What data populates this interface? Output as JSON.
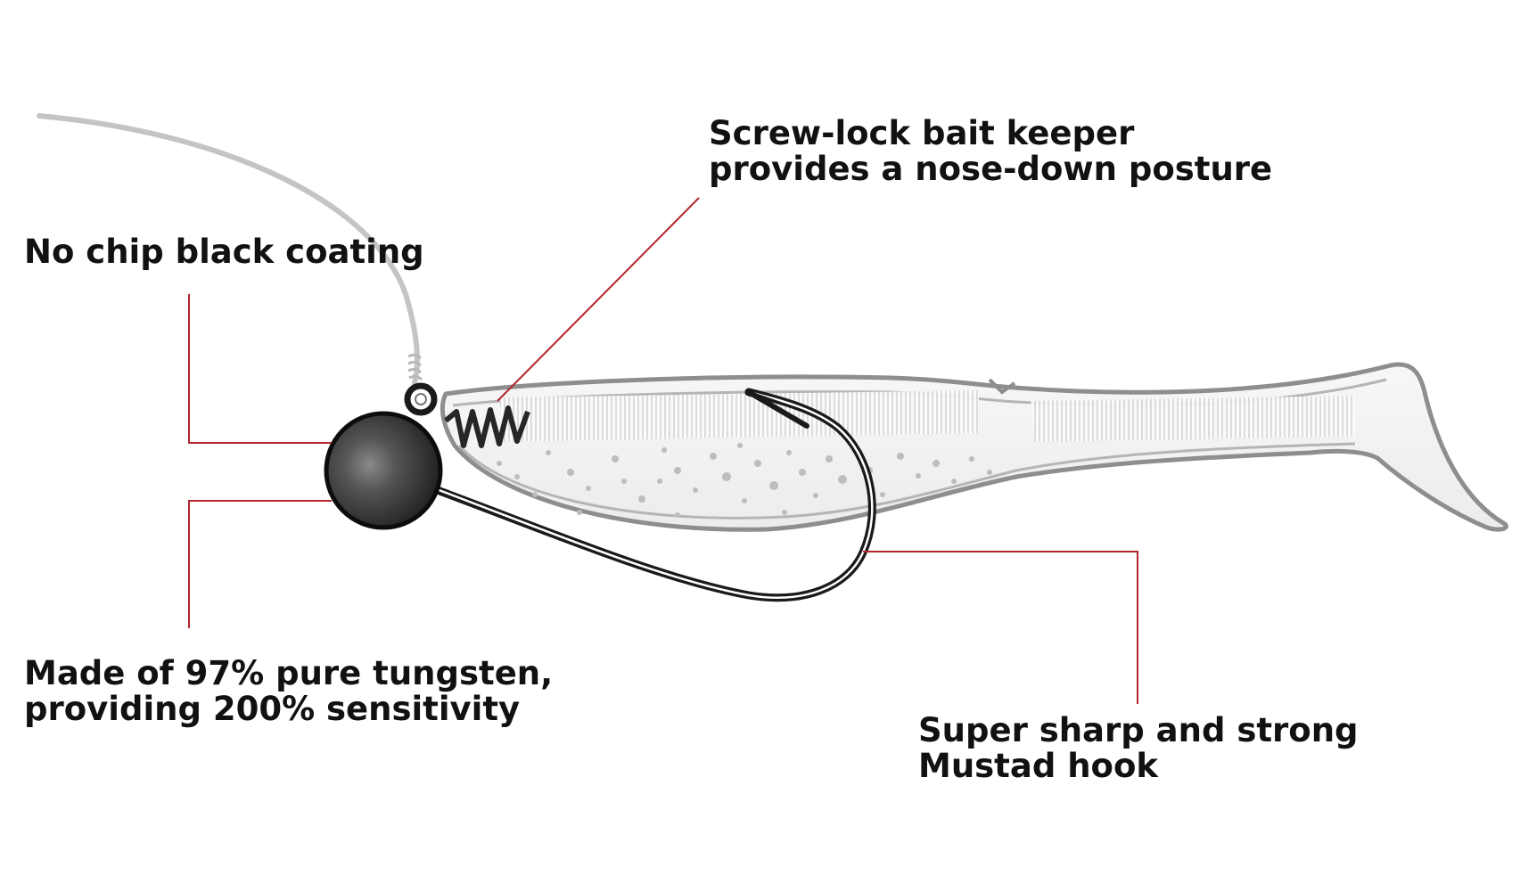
{
  "labels": {
    "coating": {
      "line1": "No chip black coating"
    },
    "keeper": {
      "line1": "Screw-lock bait keeper",
      "line2": "provides a nose-down posture"
    },
    "tungsten": {
      "line1": "Made of 97% pure tungsten,",
      "line2": "providing 200% sensitivity"
    },
    "hook": {
      "line1": "Super sharp and strong",
      "line2": "Mustad hook"
    }
  },
  "colors": {
    "leader_line": "#b3262c",
    "text": "#111111",
    "fishing_line": "#c4c4c4",
    "bait_outline": "#8e8e8e",
    "bait_fill": "#f3f3f3",
    "hook": "#1a1a1a",
    "jig_head": "#3a3a3a"
  }
}
